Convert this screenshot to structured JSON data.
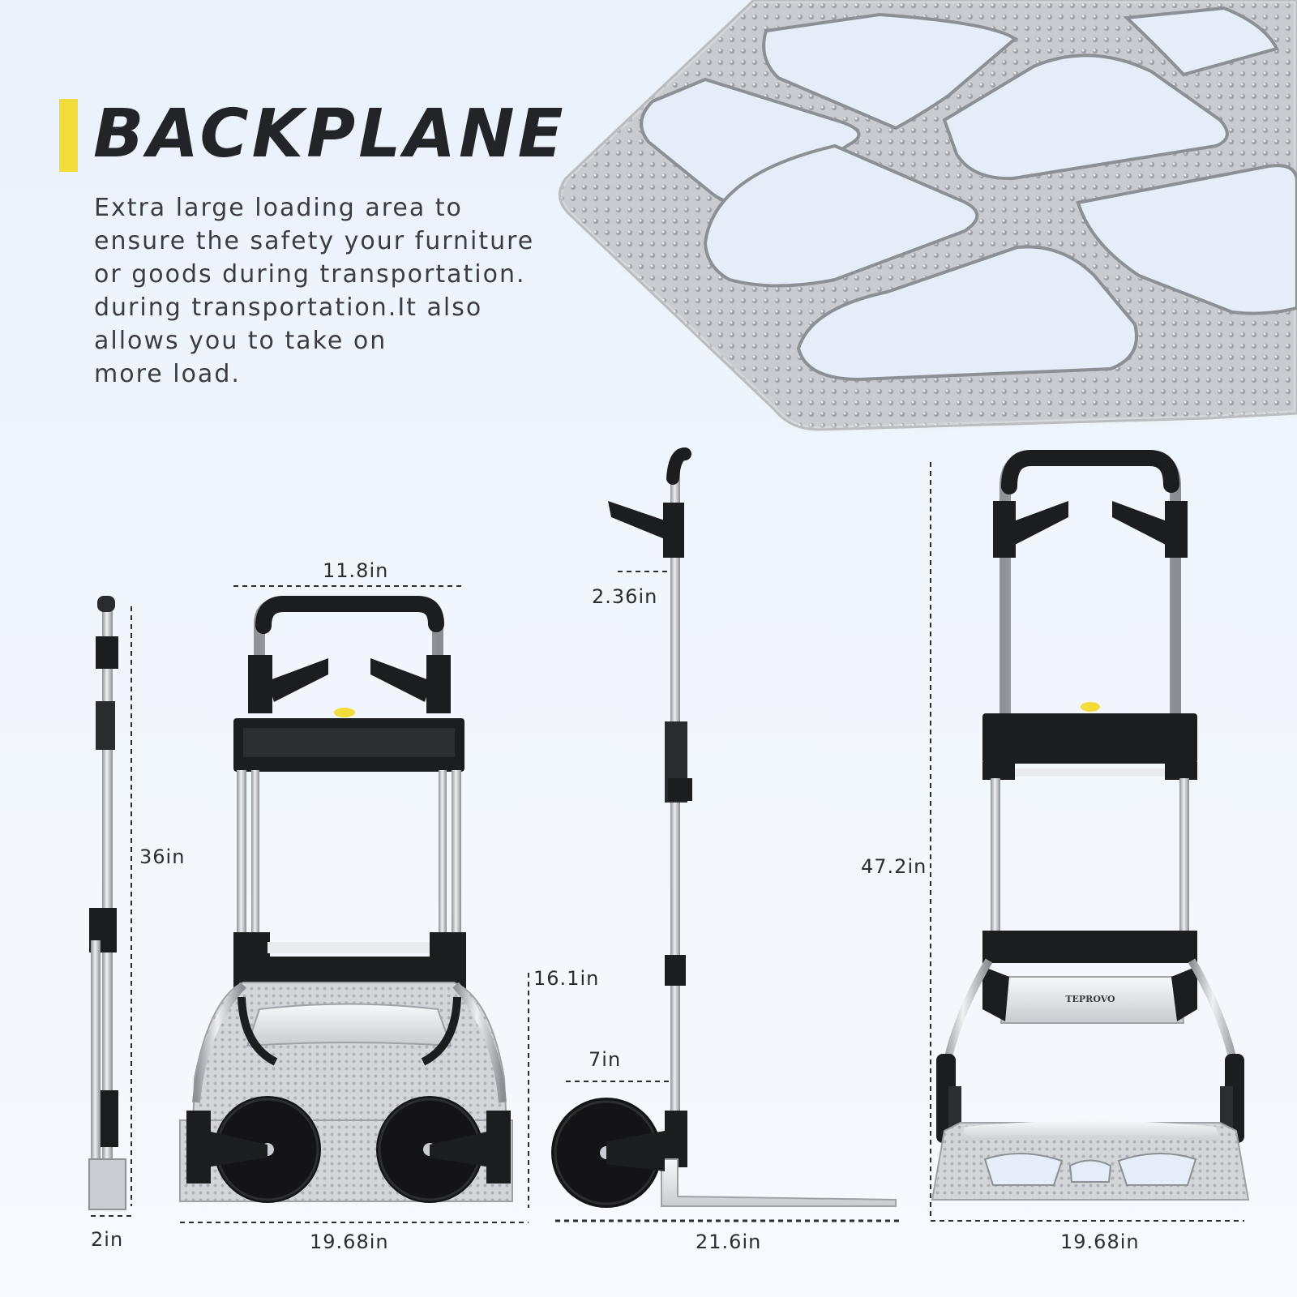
{
  "headline": "BACKPLANE",
  "body_lines": [
    "Extra large loading area to",
    "ensure the safety your furniture",
    "or goods during transportation.",
    "during transportation.It also",
    "allows you to take on",
    "more load."
  ],
  "brand": "TEPROVO",
  "dimensions": {
    "folded_depth": "2in",
    "folded_height": "36in",
    "handle_width": "11.8in",
    "folded_width": "19.68in",
    "grip_drop": "2.36in",
    "plate_height": "16.1in",
    "wheel_height": "7in",
    "side_length": "21.6in",
    "extended_height": "47.2in",
    "extended_width": "19.68in"
  },
  "colors": {
    "accent": "#f2dc3a",
    "text": "#222428",
    "frame_black": "#1c1d1f",
    "aluminum": "#c9ccd0"
  }
}
